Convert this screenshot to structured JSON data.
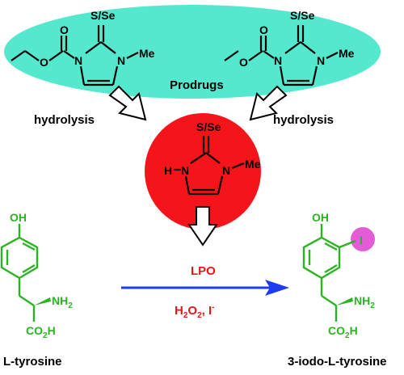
{
  "colors": {
    "ellipse": "#54e8cf",
    "center_circle": "#f5141a",
    "green": "#2bb321",
    "red_text": "#e8141a",
    "arrow_blue": "#1f3bf0",
    "iodine_circle": "#e45bd6"
  },
  "prodrug_left": {
    "chalcogen": "S/Se",
    "o_left": "O",
    "o_carbonyl": "O",
    "n1": "N",
    "n2": "N",
    "me": "Me"
  },
  "prodrug_right": {
    "chalcogen": "S/Se",
    "o_left": "O",
    "o_carbonyl": "O",
    "n1": "N",
    "n2": "N",
    "me": "Me"
  },
  "prodrugs_label": "Prodrugs",
  "hydrolysis_left": "hydrolysis",
  "hydrolysis_right": "hydrolysis",
  "center_drug": {
    "chalcogen": "S/Se",
    "h": "H",
    "n1": "N",
    "n2": "N",
    "me": "Me"
  },
  "reaction": {
    "enzyme": "LPO",
    "reagents_main": "H",
    "sub2a": "2",
    "o": "O",
    "sub2b": "2",
    "iodide": ", I",
    "iodide_charge": "-"
  },
  "tyrosine": {
    "oh": "OH",
    "nh2": "NH",
    "nh2_sub": "2",
    "co2h": "CO",
    "co2h_sub": "2",
    "co2h_h": "H",
    "name": "L-tyrosine"
  },
  "iodotyrosine": {
    "oh": "OH",
    "iodine": "I",
    "nh2": "NH",
    "nh2_sub": "2",
    "co2h": "CO",
    "co2h_sub": "2",
    "co2h_h": "H",
    "name": "3-iodo-L-tyrosine"
  }
}
